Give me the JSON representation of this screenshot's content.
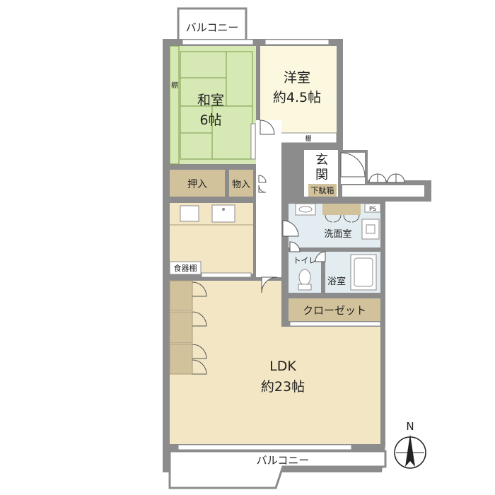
{
  "rooms": {
    "balcony_top": "バルコニー",
    "washitsu_name": "和室",
    "washitsu_size": "6帖",
    "washitsu_shelf": "棚",
    "youshitsu_name": "洋室",
    "youshitsu_size": "約4.5帖",
    "youshitsu_shelf": "棚",
    "genkan": "玄関",
    "shoes_box": "下駄箱",
    "oshiire": "押入",
    "monoire": "物入",
    "ps": "PS",
    "senmenshitsu": "洗面室",
    "toilet": "トイレ",
    "yokushitsu": "浴室",
    "closet": "クローゼット",
    "shokkidana": "食器棚",
    "ldk_name": "LDK",
    "ldk_size": "約23帖",
    "balcony_bottom": "バルコニー",
    "compass": "N"
  },
  "colors": {
    "wall": "#8c8c8c",
    "tatami": "#d6e8b4",
    "tatami_line": "#7a9a4a",
    "youshitsu_floor": "#fbf8df",
    "ldk_floor": "#f3e6c4",
    "storage": "#d2c29b",
    "water": "#e3ecf0",
    "white": "#ffffff"
  }
}
